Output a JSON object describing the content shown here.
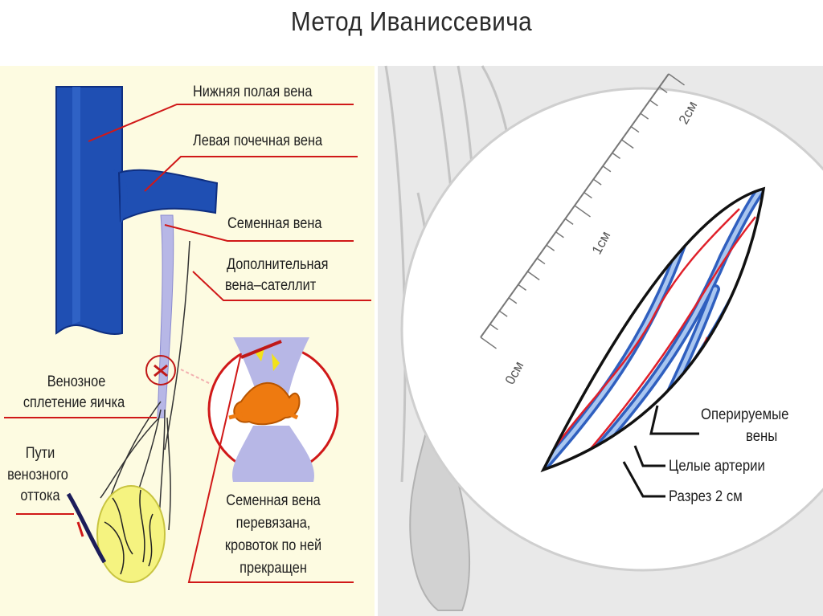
{
  "title": "Метод Иванисcевича",
  "left": {
    "labels": {
      "ivc": "Нижняя полая вена",
      "renal": "Левая почечная вена",
      "seminal": "Семенная вена",
      "extra_line1": "Дополнительная",
      "extra_line2": "вена–сателлит",
      "plexus_line1": "Венозное",
      "plexus_line2": "сплетение яичка",
      "outflow_line1": "Пути",
      "outflow_line2": "венозного",
      "outflow_line3": "оттока",
      "ligated_line1": "Семенная вена",
      "ligated_line2": "перевязана,",
      "ligated_line3": "кровоток по ней",
      "ligated_line4": "прекращен"
    }
  },
  "right": {
    "ruler": {
      "tick0": "0см",
      "tick1": "1см",
      "tick2": "2см"
    },
    "labels": {
      "operated_line1": "Оперируемые",
      "operated_line2": "вены",
      "arteries": "Целые артерии",
      "incision": "Разрез 2 см"
    }
  },
  "colors": {
    "vein_blue": "#1f4fb3",
    "pointer_red": "#d01818",
    "ligature_orange": "#ee7a10",
    "testis_yellow": "#f5f380",
    "panel_bg": "#fdfbe1"
  }
}
